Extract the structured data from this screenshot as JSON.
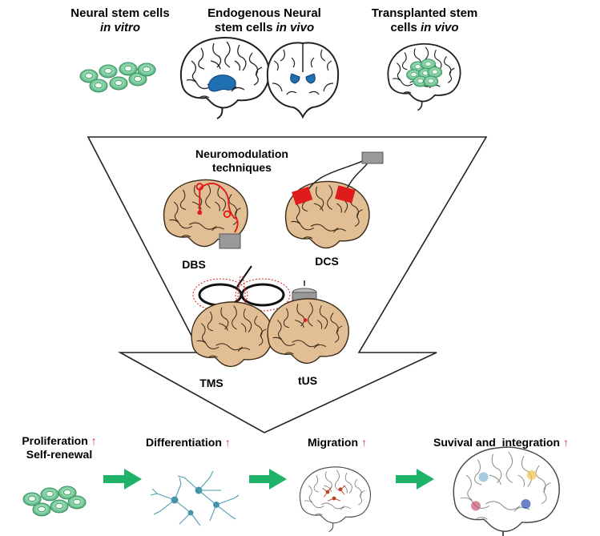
{
  "sources": [
    {
      "line1": "Neural stem cells",
      "line2": "in vitro"
    },
    {
      "line1": "Endogenous Neural",
      "line2_a": "stem cells ",
      "line2_b": "in vivo"
    },
    {
      "line1": "Transplanted stem",
      "line2_a": "cells ",
      "line2_b": "in vivo"
    }
  ],
  "neuromodulation": {
    "title_line1": "Neuromodulation",
    "title_line2": "techniques",
    "techniques": [
      "DBS",
      "DCS",
      "TMS",
      "tUS"
    ]
  },
  "stages": [
    {
      "label": "Proliferation",
      "label2": "Self-renewal",
      "arrow": "↑"
    },
    {
      "label": "Differentiation",
      "arrow": "↑"
    },
    {
      "label": "Migration",
      "arrow": "↑"
    },
    {
      "label": "Suvival and  integration",
      "arrow": "↑"
    }
  ],
  "colors": {
    "cell_green": "#7fd0a0",
    "brain_tan": "#e2be94",
    "electrode_red": "#e01b1b",
    "arrow_green": "#1fb36a",
    "hippocampus_blue": "#1f6fb3",
    "up_arrow_red": "#d62b2b"
  }
}
